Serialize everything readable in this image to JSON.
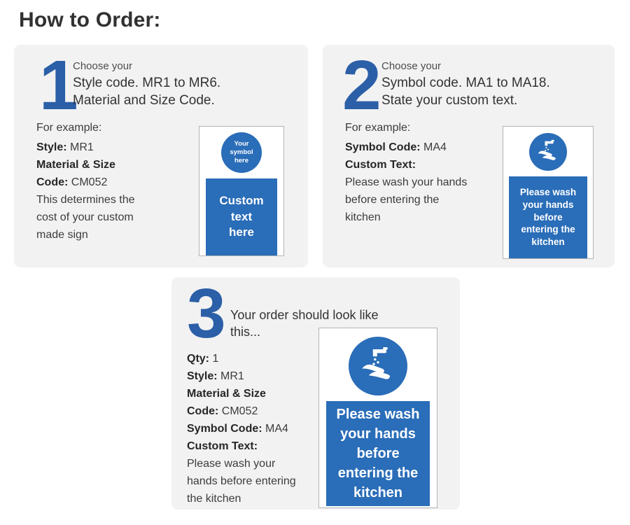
{
  "page": {
    "title": "How to Order:"
  },
  "colors": {
    "accent_blue": "#2b5fa7",
    "sign_blue": "#2a6db8",
    "card_bg": "#f2f2f2"
  },
  "steps": {
    "one": {
      "number": "1",
      "lead": "Choose your",
      "heading_line1": "Style code. MR1 to MR6.",
      "heading_line2": "Material and Size Code.",
      "example_label": "For example:",
      "style_label": "Style:",
      "style_value": "MR1",
      "material_size_label": "Material & Size",
      "code_label": "Code:",
      "code_value": "CM052",
      "note": "This determines the cost of your custom made sign",
      "sign": {
        "circle_text": "Your\nsymbol\nhere",
        "panel_text": "Custom\ntext\nhere"
      }
    },
    "two": {
      "number": "2",
      "lead": "Choose your",
      "heading_line1": "Symbol code. MA1 to MA18.",
      "heading_line2": "State your custom text.",
      "example_label": "For example:",
      "symbol_label": "Symbol Code:",
      "symbol_value": "MA4",
      "custom_text_label": "Custom Text:",
      "custom_text_value": "Please wash your hands before entering the kitchen",
      "sign": {
        "icon": "wash-hands-icon",
        "panel_text": "Please wash\nyour hands\nbefore\nentering the\nkitchen"
      }
    },
    "three": {
      "number": "3",
      "heading": "Your order should look like this...",
      "qty_label": "Qty:",
      "qty_value": "1",
      "style_label": "Style:",
      "style_value": "MR1",
      "material_size_label": "Material & Size",
      "code_label": "Code:",
      "code_value": "CM052",
      "symbol_label": "Symbol Code:",
      "symbol_value": "MA4",
      "custom_text_label": "Custom Text:",
      "custom_text_value": "Please wash your hands before entering the kitchen",
      "sign": {
        "icon": "wash-hands-icon",
        "panel_text": "Please wash\nyour hands\nbefore\nentering the\nkitchen"
      }
    }
  }
}
